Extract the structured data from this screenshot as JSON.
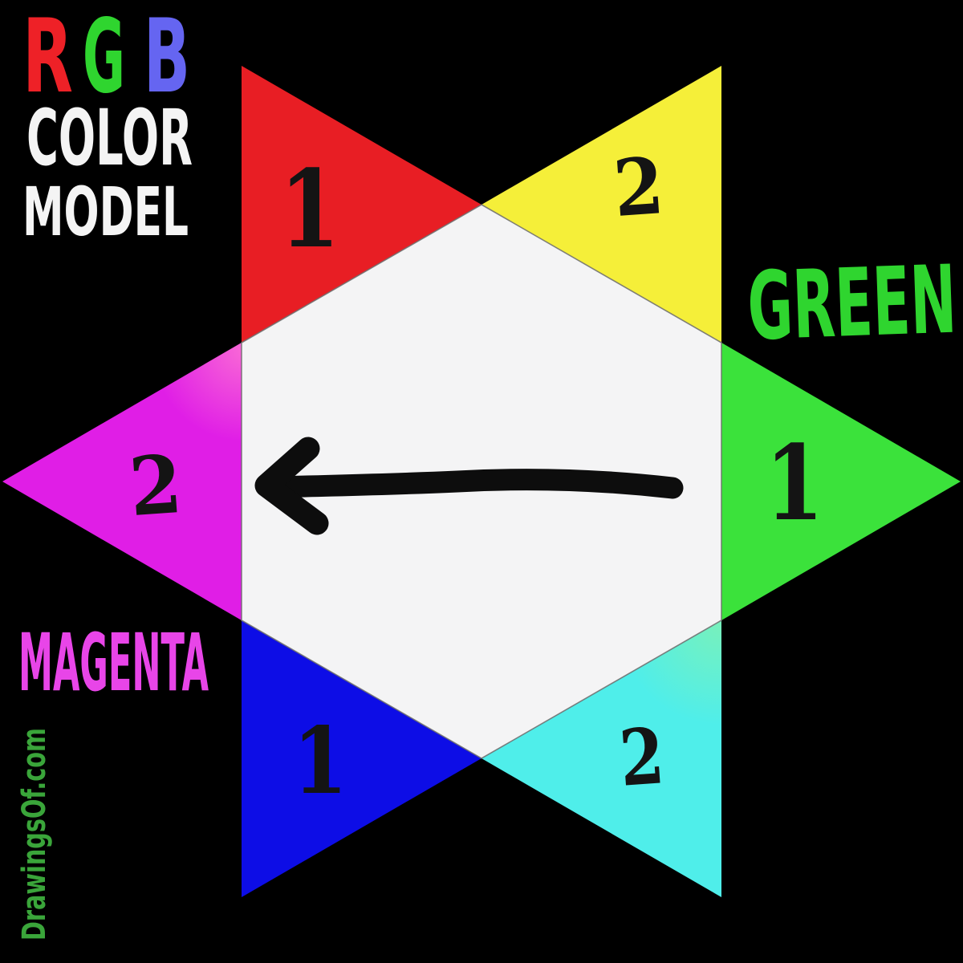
{
  "background": "#000000",
  "title": {
    "letters": [
      {
        "ch": "R",
        "color": "#ee2127"
      },
      {
        "ch": "G",
        "color": "#2fd52f"
      },
      {
        "ch": "B",
        "color": "#6565f1"
      }
    ],
    "line2": "COLOR",
    "line3": "MODEL",
    "text_color": "#f4f4f4"
  },
  "labels": {
    "green": {
      "text": "GREEN",
      "color": "#2fd52f"
    },
    "magenta": {
      "text": "MAGENTA",
      "color": "#e845e8"
    }
  },
  "star": {
    "center_fill": "#f4f4f5",
    "digit_color": "#141414",
    "points": [
      {
        "name": "red",
        "value": "1",
        "color": "#e81e24"
      },
      {
        "name": "yellow",
        "value": "2",
        "color": "#f5ef39"
      },
      {
        "name": "green",
        "value": "1",
        "color": "#3be23b"
      },
      {
        "name": "cyan",
        "value": "2",
        "color": "#4feeea"
      },
      {
        "name": "blue",
        "value": "1",
        "color": "#0d0de6"
      },
      {
        "name": "magenta",
        "value": "2",
        "color": "#e01ee6"
      }
    ]
  },
  "arrow": {
    "direction": "left",
    "color": "#0d0d0d"
  },
  "watermark": {
    "text": "DrawingsOf.com",
    "color": "#3aa53a"
  }
}
